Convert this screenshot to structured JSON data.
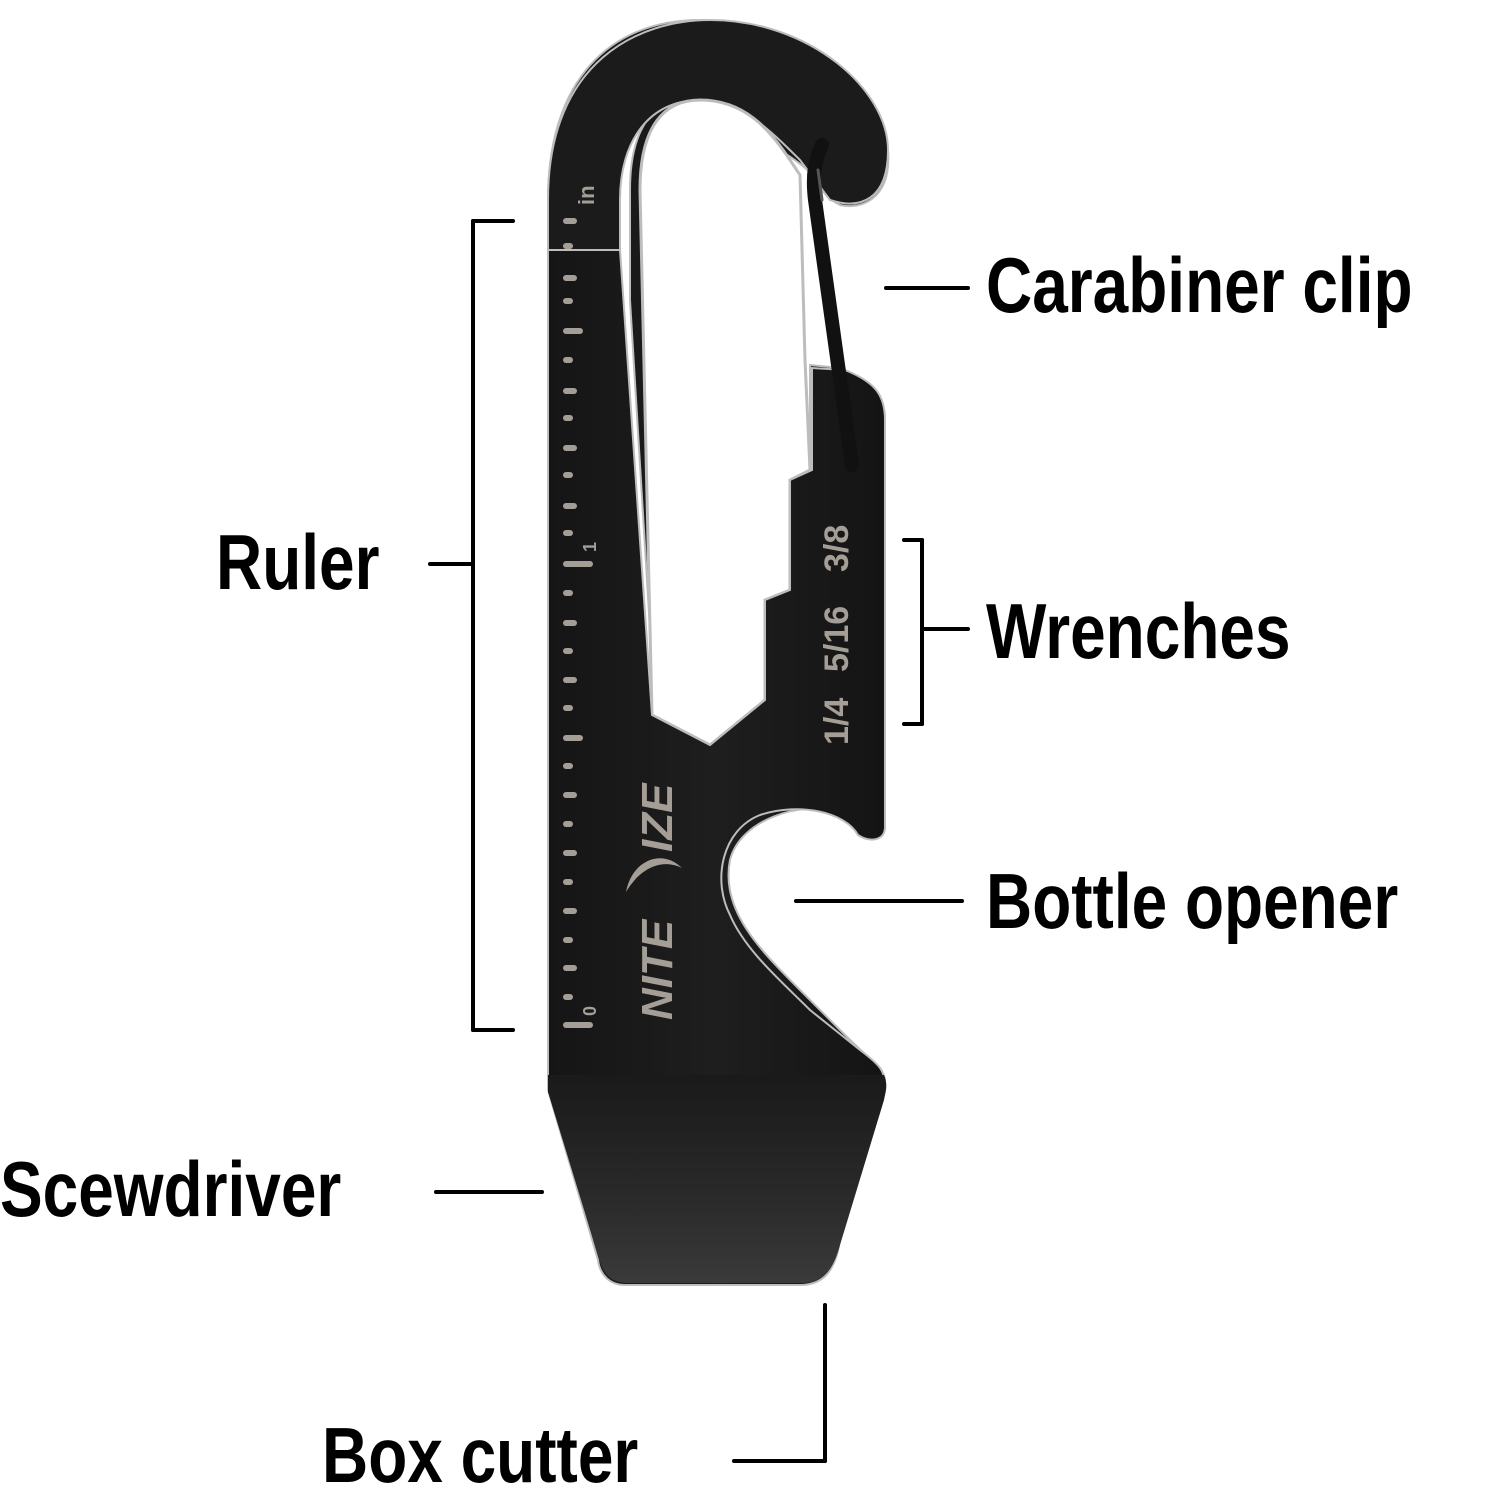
{
  "colors": {
    "background": "#ffffff",
    "tool_body": "#1b1b1b",
    "tool_edge": "#bdbdbd",
    "engraving": "#a59e97",
    "label_text": "#000000",
    "callout_line": "#000000"
  },
  "tool": {
    "brand_logo": {
      "text_left": "NITE",
      "text_right": "IZE",
      "separator": "moon-crescent"
    },
    "ruler": {
      "unit_label": "in",
      "tick_labels": [
        "0",
        "1"
      ]
    },
    "wrench_sizes": [
      "1/4",
      "5/16",
      "3/8"
    ]
  },
  "callouts": [
    {
      "id": "carabiner",
      "label": "Carabiner clip"
    },
    {
      "id": "ruler",
      "label": "Ruler"
    },
    {
      "id": "wrenches",
      "label": "Wrenches"
    },
    {
      "id": "bottle",
      "label": "Bottle opener"
    },
    {
      "id": "screwdriver",
      "label": "Scewdriver"
    },
    {
      "id": "boxcutter",
      "label": "Box cutter"
    }
  ]
}
